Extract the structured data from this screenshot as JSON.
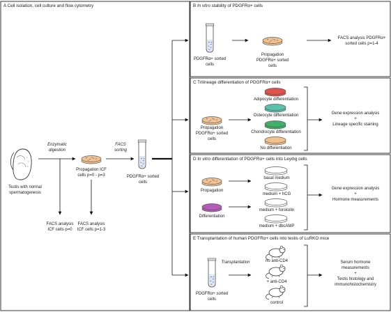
{
  "panel_a": {
    "heading": "A Cell isolation, cell culture and flow cytometry",
    "testis_label": [
      "Testis with normal",
      "spermatogenesis"
    ],
    "step_enzymatic": [
      "Enzymatic",
      "digestion"
    ],
    "propagation_icf": [
      "Propagation ICF",
      "cells p=0 - p=3"
    ],
    "step_facs_sorting": [
      "FACS",
      "sorting"
    ],
    "sorted_cells": [
      "PDGFRα+ sorted",
      "cells"
    ],
    "facs_icf_p0": [
      "FACS analysis",
      "ICF cells p=0"
    ],
    "facs_icf_p13": [
      "FACS analysis",
      "ICF cells p=1-3"
    ]
  },
  "panel_b": {
    "heading_prefix": "B ",
    "heading_italic": "In vitro",
    "heading_suffix": " stability of PDGFRα+ cells",
    "tube_label": [
      "PDGFRα+ sorted",
      "cells"
    ],
    "propagation_label": [
      "Propagation",
      "PDGFRα+ sorted",
      "cells"
    ],
    "result_label": [
      "FACS analysis PDGFRα+",
      "sorted cells p=1-4"
    ]
  },
  "panel_c": {
    "heading": "C Trilineage differentiation of PDGFRα+ cells",
    "propagation_label": [
      "Propagation",
      "PDGFRα+ sorted",
      "cells"
    ],
    "conditions": [
      "Adipocyte differentiation",
      "Osteocyte differentiation",
      "Chondrocyte differentiation",
      "No differentiation"
    ],
    "result_label": [
      "Gene expression analysis",
      "+",
      "Lineage specific staining"
    ]
  },
  "panel_d": {
    "heading_prefix": "D ",
    "heading_italic": "In vitro",
    "heading_suffix": " differentiation of PDGFRα+ cells into Leydig cells",
    "propagation_label": "Propagation",
    "differentiation_label": "Differentiation",
    "media": [
      "basal medium",
      "medium + hCG",
      "medium + forskolin",
      "medium + dbcAMP"
    ],
    "result_label": [
      "Gene expression analysis",
      "+",
      "Hormone measurements"
    ]
  },
  "panel_e": {
    "heading": "E Transplantation of human PDGFRα+ cells into testis of LuRKO mice",
    "tube_label": [
      "PDGFRα+ sorted",
      "cells"
    ],
    "step_label": "Transplantation",
    "groups": [
      "no anti-CD4",
      "+ anti-CD4",
      "control"
    ],
    "result_label": [
      "Serum hormone",
      "measurements",
      "+",
      "Testis histology and",
      "immunohistochemistry"
    ]
  },
  "colors": {
    "dish_orange": "#f2c18e",
    "dish_red": "#e0524b",
    "dish_teal": "#5cc0ad",
    "dish_green": "#3fb06a",
    "dish_purple": "#b45ab8",
    "cell_blue": "#4a6fb0"
  }
}
